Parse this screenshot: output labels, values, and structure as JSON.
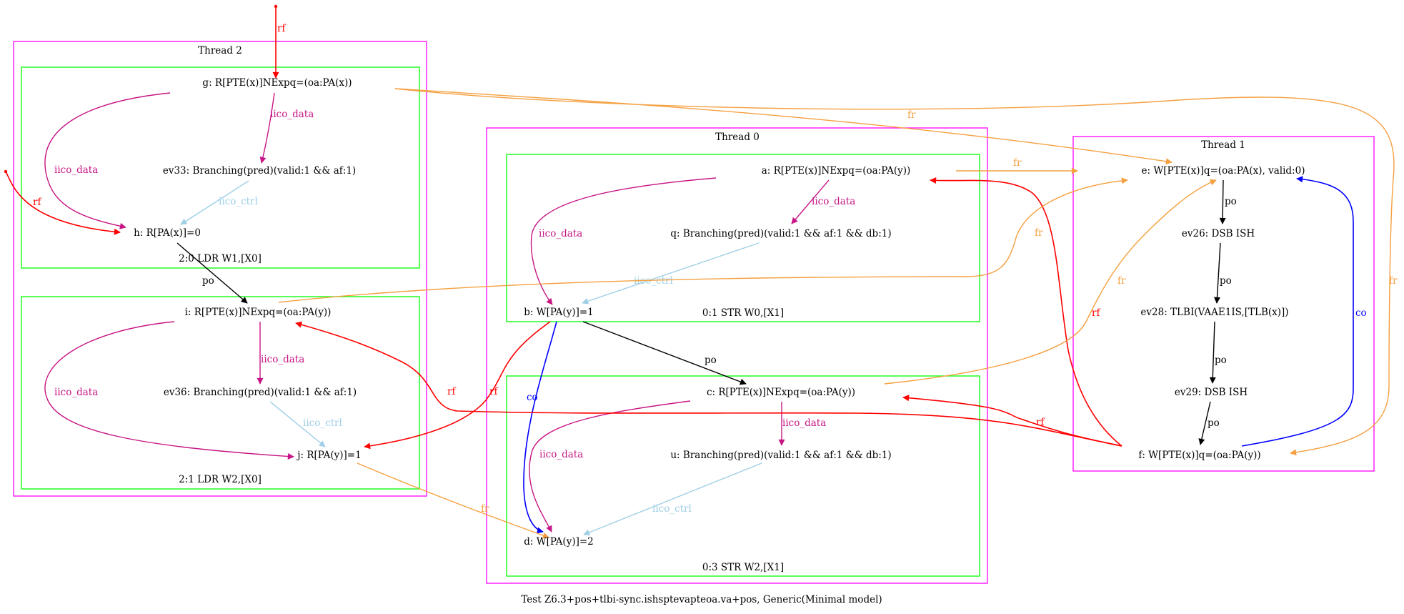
{
  "caption": "Test Z6.3+pos+tlbi-sync.ishsptevapteoa.va+pos, Generic(Minimal model)",
  "threads": {
    "t2": "Thread 2",
    "t0": "Thread 0",
    "t1": "Thread 1"
  },
  "instructions": {
    "t2_i0": "2:0 LDR W1,[X0]",
    "t2_i1": "2:1 LDR W2,[X0]",
    "t0_i1": "0:1 STR W0,[X1]",
    "t0_i3": "0:3 STR W2,[X1]"
  },
  "nodes": {
    "g": "g: R[PTE(x)]NExpq=(oa:PA(x))",
    "ev33": "ev33: Branching(pred)(valid:1 && af:1)",
    "h": "h: R[PA(x)]=0",
    "i": "i: R[PTE(x)]NExpq=(oa:PA(y))",
    "ev36": "ev36: Branching(pred)(valid:1 && af:1)",
    "j": "j: R[PA(y)]=1",
    "a": "a: R[PTE(x)]NExpq=(oa:PA(y))",
    "q": "q: Branching(pred)(valid:1 && af:1 && db:1)",
    "b": "b: W[PA(y)]=1",
    "c": "c: R[PTE(x)]NExpq=(oa:PA(y))",
    "u": "u: Branching(pred)(valid:1 && af:1 && db:1)",
    "d": "d: W[PA(y)]=2",
    "e": "e: W[PTE(x)]q=(oa:PA(x), valid:0)",
    "ev26": "ev26: DSB ISH",
    "ev28": "ev28: TLBI(VAAE1IS,[TLB(x)])",
    "ev29": "ev29: DSB ISH",
    "f": "f: W[PTE(x)]q=(oa:PA(y))"
  },
  "edge_labels": {
    "rf": "rf",
    "fr": "fr",
    "po": "po",
    "co": "co",
    "iico_data": "iico_data",
    "iico_ctrl": "iico_ctrl"
  },
  "colors": {
    "thread_border": "#ff00ff",
    "instr_border": "#00ff00",
    "rf": "#ff0000",
    "fr": "#f4a040",
    "po": "#000000",
    "co": "#0000ff",
    "iico_data": "#c71585",
    "iico_ctrl": "#9ecfe6"
  }
}
